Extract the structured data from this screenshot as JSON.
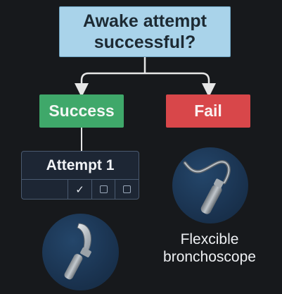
{
  "question": "Awake attempt\nsuccessful?",
  "branches": {
    "success_label": "Success",
    "fail_label": "Fail"
  },
  "attempt_table": {
    "title": "Attempt 1",
    "cells": [
      "",
      "✓",
      "",
      ""
    ]
  },
  "success_tool": {
    "icon": "scalpel-blade-icon"
  },
  "fail_tool": {
    "icon": "flexible-bronchoscope-icon",
    "label": "Flexcible\nbronchoscope"
  },
  "colors": {
    "background": "#17191c",
    "question": "#a9d3ea",
    "success": "#3fa86a",
    "fail": "#d8474a",
    "tool_circle": "#1d3a5a",
    "connector": "#e6e6e6"
  }
}
